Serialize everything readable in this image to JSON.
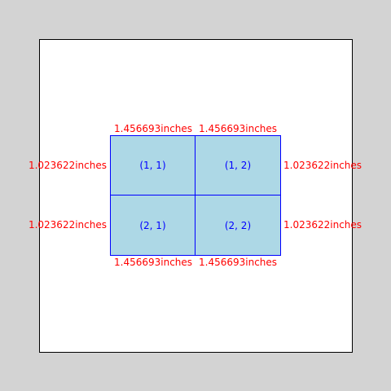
{
  "colors": {
    "background": "#d3d3d3",
    "page": "#ffffff",
    "page_border": "#000000",
    "cell_fill": "#add8e6",
    "cell_border": "#0000ff",
    "cell_text": "#0000ff",
    "measure_text": "#ff0000"
  },
  "grid": {
    "rows": 2,
    "cols": 2,
    "cells": [
      {
        "label": "(1, 1)"
      },
      {
        "label": "(1, 2)"
      },
      {
        "label": "(2, 1)"
      },
      {
        "label": "(2, 2)"
      }
    ]
  },
  "measures": {
    "top": [
      "1.456693inches",
      "1.456693inches"
    ],
    "bottom": [
      "1.456693inches",
      "1.456693inches"
    ],
    "left": [
      "1.023622inches",
      "1.023622inches"
    ],
    "right": [
      "1.023622inches",
      "1.023622inches"
    ]
  }
}
